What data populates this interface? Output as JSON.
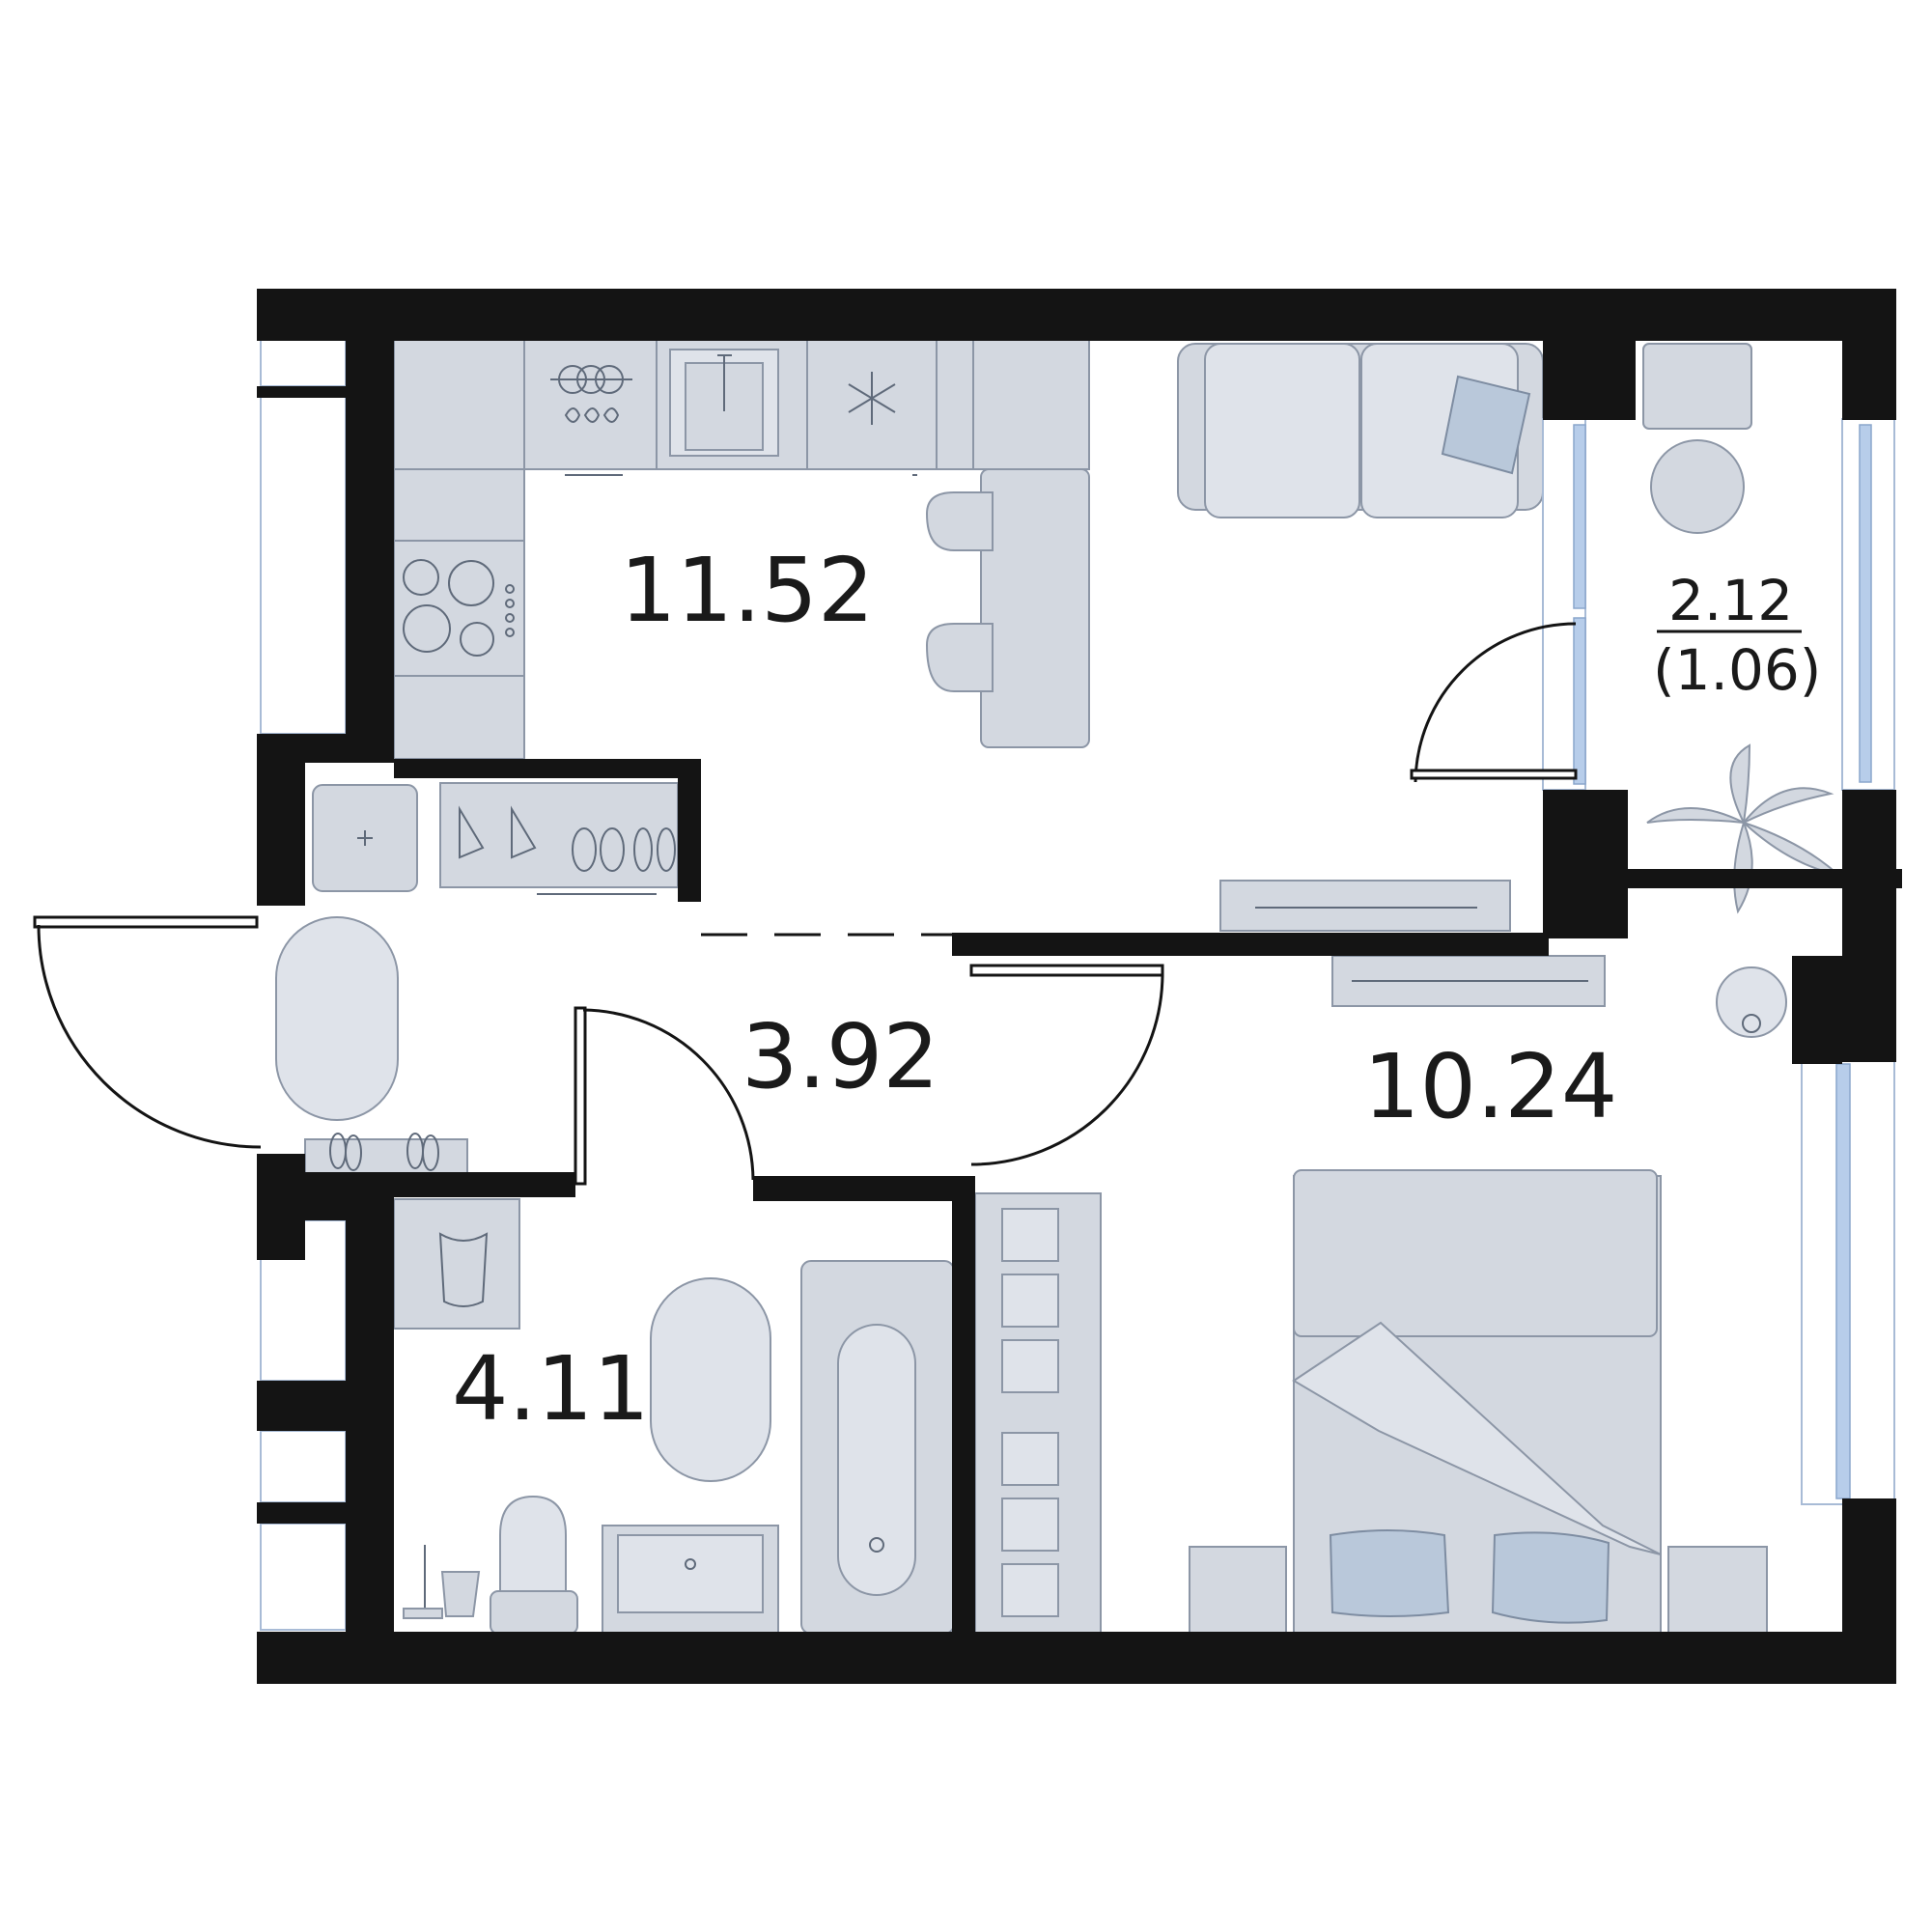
{
  "rooms": [
    {
      "id": "kitchen-living",
      "area": "11.52"
    },
    {
      "id": "hallway",
      "area": "3.92"
    },
    {
      "id": "bedroom",
      "area": "10.24"
    },
    {
      "id": "bathroom",
      "area": "4.11"
    },
    {
      "id": "balcony",
      "area": "2.12",
      "reduced_area": "(1.06)"
    }
  ],
  "colors": {
    "walls": "#141414",
    "furniture": "#d3d8e0",
    "window_glass": "#b7cdea"
  }
}
